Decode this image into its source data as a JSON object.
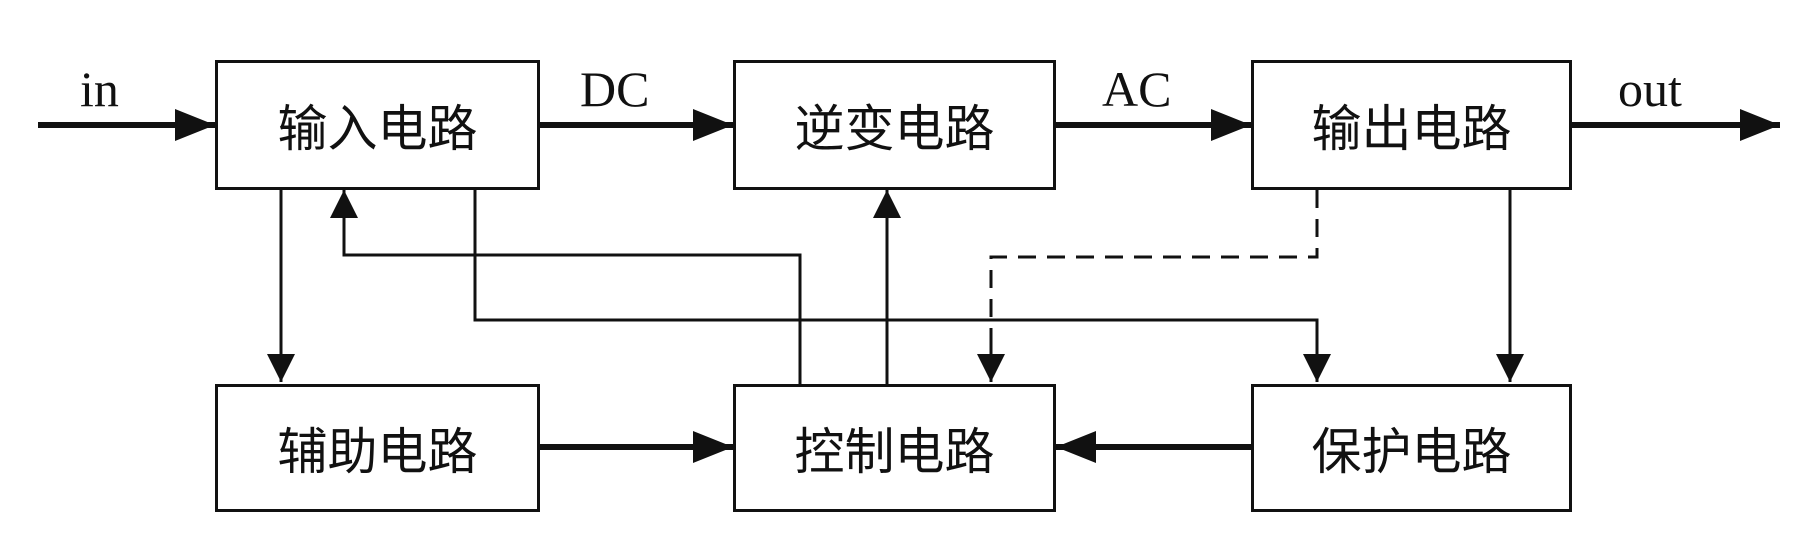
{
  "blocks": {
    "input": "输入电路",
    "inverter": "逆变电路",
    "output": "输出电路",
    "auxiliary": "辅助电路",
    "control": "控制电路",
    "protection": "保护电路"
  },
  "edge_labels": {
    "in": "in",
    "dc": "DC",
    "ac": "AC",
    "out": "out"
  }
}
